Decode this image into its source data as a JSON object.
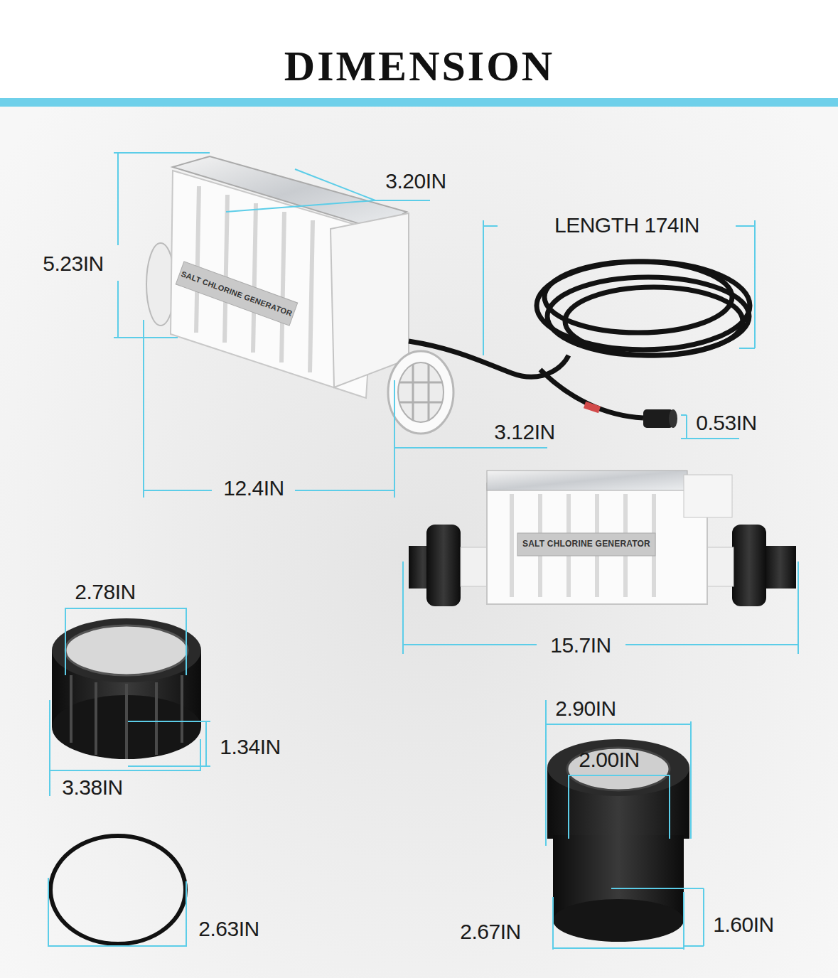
{
  "diagram": {
    "title": "DIMENSION",
    "labels": [
      "3.20IN",
      "5.23IN",
      "LENGTH 174IN",
      "SALT CHLORINE GENERATOR",
      "3.12IN",
      "0.53IN",
      "12.4IN",
      "SALT CHLORINE GENERATOR",
      "15.7IN",
      "2.78IN",
      "1.34IN",
      "3.38IN",
      "2.90IN",
      "2.00IN",
      "2.63IN",
      "2.67IN",
      "1.60IN"
    ]
  }
}
